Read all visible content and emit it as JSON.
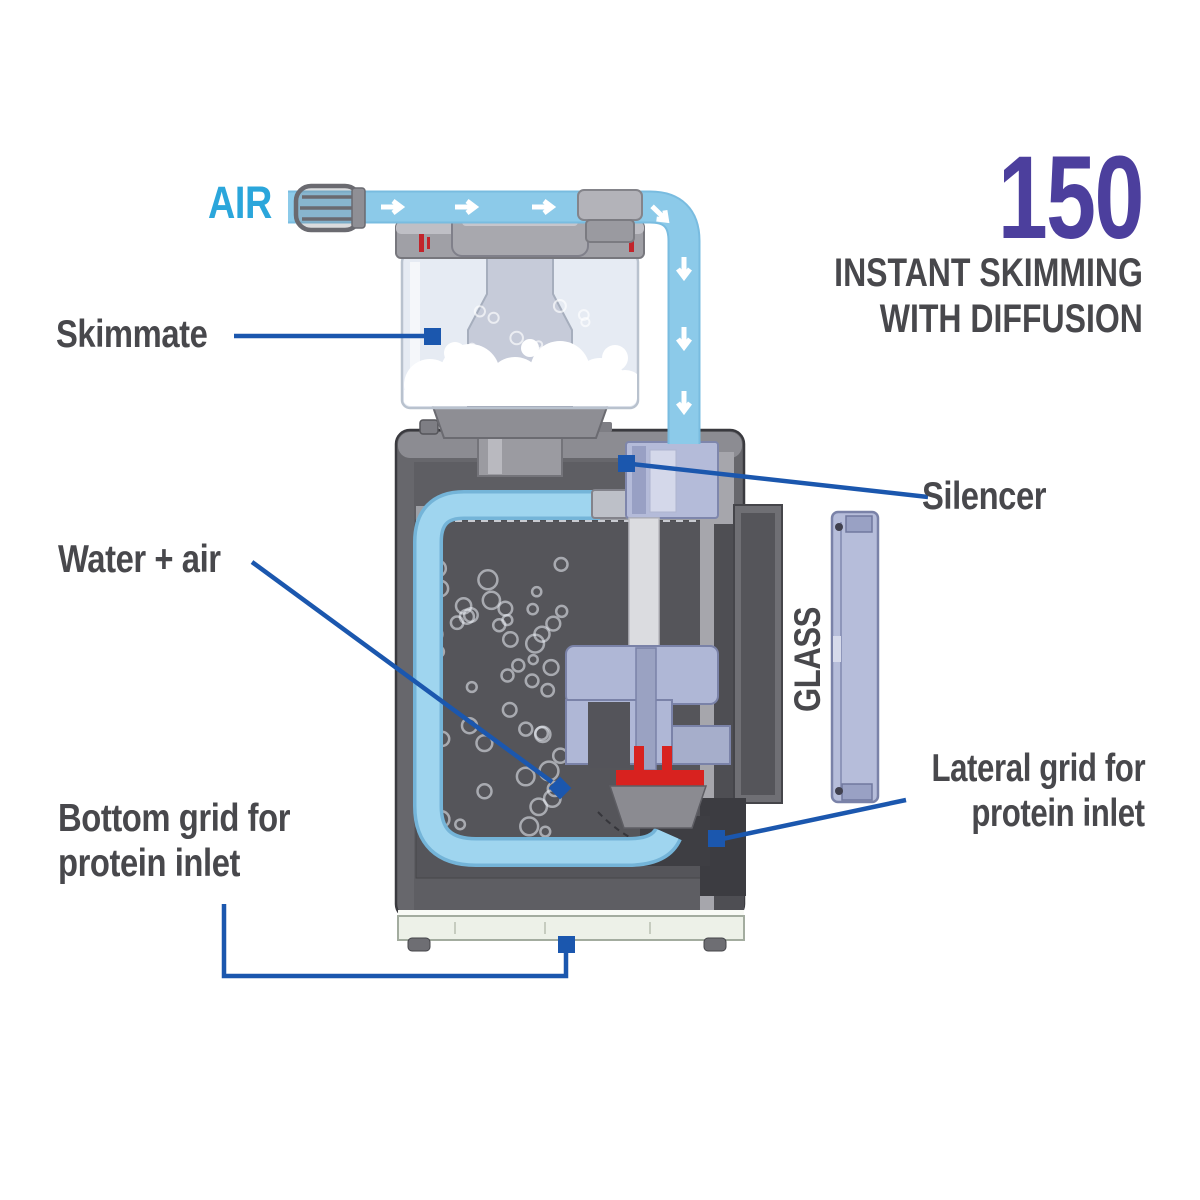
{
  "title": {
    "model": "150",
    "tagline1": "INSTANT SKIMMING",
    "tagline2": "WITH DIFFUSION"
  },
  "labels": {
    "air": "AIR",
    "skimmate": "Skimmate",
    "water_air": "Water + air",
    "bottom_grid1": "Bottom grid for",
    "bottom_grid2": "protein inlet",
    "silencer": "Silencer",
    "glass": "GLASS",
    "lateral_grid1": "Lateral grid for",
    "lateral_grid2": "protein inlet"
  },
  "colors": {
    "air_text": "#2BA6DB",
    "tube_blue": "#8CCAE9",
    "leader_blue": "#1B57AE",
    "model_purple": "#4C3F9D",
    "label_gray": "#48484C",
    "red_accent": "#D8221F",
    "lavender_part": "#B4BBD9"
  }
}
